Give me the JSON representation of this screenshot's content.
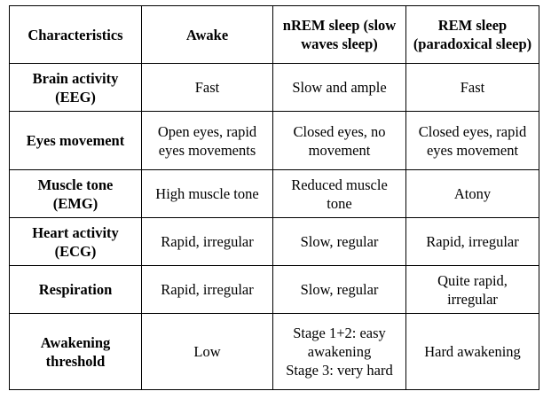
{
  "table": {
    "headers": [
      "Characteristics",
      "Awake",
      "nREM sleep (slow waves sleep)",
      "REM sleep (paradoxical sleep)"
    ],
    "rows": [
      {
        "label": "Brain activity (EEG)",
        "awake": "Fast",
        "nrem": "Slow and ample",
        "rem": "Fast"
      },
      {
        "label": "Eyes movement",
        "awake": "Open eyes, rapid eyes movements",
        "nrem": "Closed eyes, no movement",
        "rem": "Closed eyes, rapid eyes movement"
      },
      {
        "label": "Muscle tone (EMG)",
        "awake": "High muscle tone",
        "nrem": "Reduced muscle tone",
        "rem": "Atony"
      },
      {
        "label": "Heart activity (ECG)",
        "awake": "Rapid, irregular",
        "nrem": "Slow, regular",
        "rem": "Rapid, irregular"
      },
      {
        "label": "Respiration",
        "awake": "Rapid, irregular",
        "nrem": "Slow, regular",
        "rem": "Quite rapid, irregular"
      },
      {
        "label": "Awakening threshold",
        "awake": "Low",
        "nrem": [
          "Stage 1+2: easy awakening",
          "Stage 3: very hard"
        ],
        "rem": "Hard awakening"
      }
    ]
  }
}
